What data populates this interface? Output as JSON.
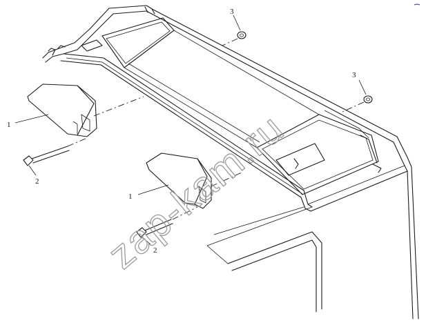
{
  "watermark": "zap-kam.ru",
  "corner_mark": "",
  "callouts": [
    {
      "id": "c1a",
      "text": "1"
    },
    {
      "id": "c1b",
      "text": "1"
    },
    {
      "id": "c2a",
      "text": "2"
    },
    {
      "id": "c2b",
      "text": "2"
    },
    {
      "id": "c3a",
      "text": "3"
    },
    {
      "id": "c3b",
      "text": "3"
    }
  ]
}
